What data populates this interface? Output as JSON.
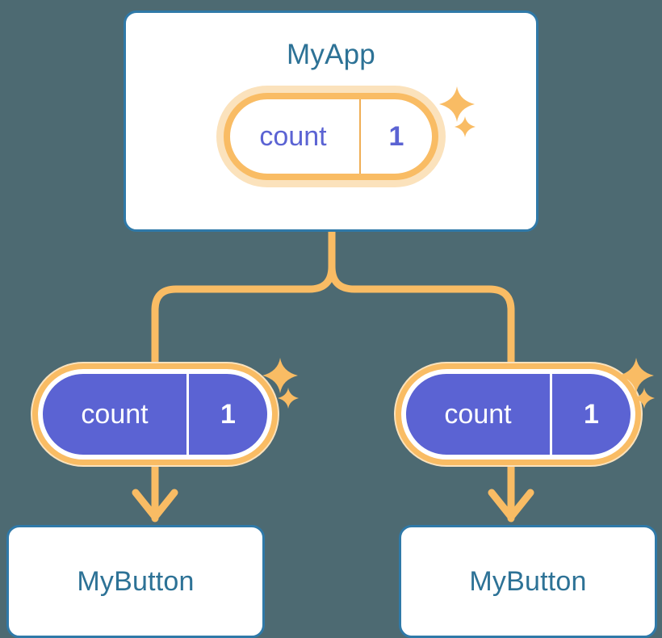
{
  "diagram": {
    "title_text": "MyApp",
    "background_color": "#4d6a72",
    "accent_blue": "#2f79a8",
    "accent_orange": "#f9bc64",
    "accent_orange_pale": "#fbe2bc",
    "accent_indigo": "#5b63d3"
  },
  "nodes": {
    "app": {
      "label": "MyApp",
      "state": {
        "key": "count",
        "value": "1"
      }
    },
    "left_child": {
      "label": "MyButton",
      "state": {
        "key": "count",
        "value": "1"
      }
    },
    "right_child": {
      "label": "MyButton",
      "state": {
        "key": "count",
        "value": "1"
      }
    }
  },
  "icons": {
    "sparkle_large": "sparkle-icon",
    "sparkle_small": "sparkle-small-icon",
    "arrow_down": "arrow-down-icon"
  },
  "chart_data": {
    "type": "diagram",
    "title": "MyApp",
    "nodes": [
      {
        "id": "app",
        "label": "MyApp",
        "kind": "component",
        "state_key": "count",
        "state_value": "1",
        "state_style": "provider"
      },
      {
        "id": "left",
        "label": "MyButton",
        "kind": "component",
        "state_key": "count",
        "state_value": "1",
        "state_style": "consumer"
      },
      {
        "id": "right",
        "label": "MyButton",
        "kind": "component",
        "state_key": "count",
        "state_value": "1",
        "state_style": "consumer"
      }
    ],
    "edges": [
      {
        "from": "app",
        "to": "left",
        "style": "elbow"
      },
      {
        "from": "app",
        "to": "right",
        "style": "elbow"
      },
      {
        "from": "left_state",
        "to": "left",
        "style": "arrow"
      },
      {
        "from": "right_state",
        "to": "right",
        "style": "arrow"
      }
    ]
  }
}
